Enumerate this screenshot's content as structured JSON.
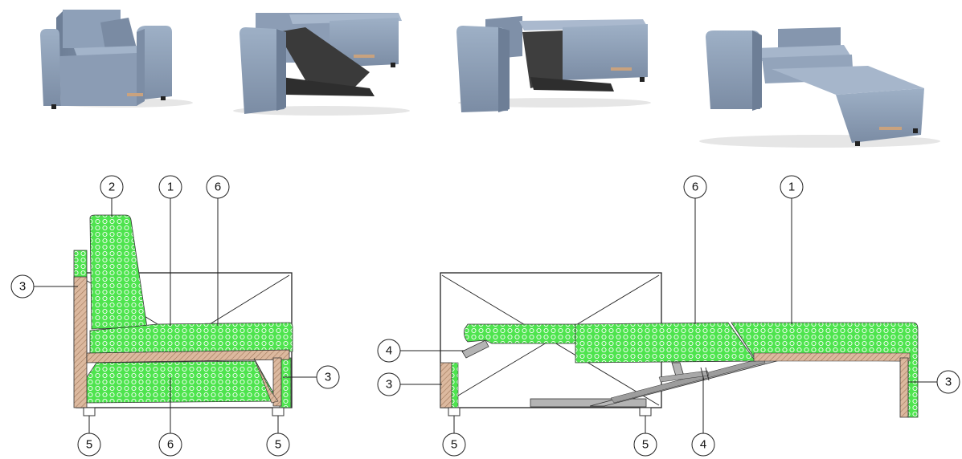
{
  "colors": {
    "upholstery": "#8e9fb6",
    "upholstery_dark": "#6f8098",
    "foam": "#48e048",
    "wood": "#d9b49a",
    "metal": "#b4b4b4",
    "frame_line": "#222222"
  },
  "photos": [
    {
      "label": "armchair-closed"
    },
    {
      "label": "armchair-opening-1"
    },
    {
      "label": "armchair-opening-2"
    },
    {
      "label": "armchair-bed-open"
    }
  ],
  "callouts": {
    "left": {
      "c2": "2",
      "c1": "1",
      "c6_top": "6",
      "c3_left": "3",
      "c3_right": "3",
      "c5_left": "5",
      "c6_bottom": "6",
      "c5_right": "5"
    },
    "right": {
      "c6": "6",
      "c1": "1",
      "c4_left": "4",
      "c3_left": "3",
      "c3_right": "3",
      "c5_left": "5",
      "c5_mid": "5",
      "c4_bottom": "4"
    }
  }
}
